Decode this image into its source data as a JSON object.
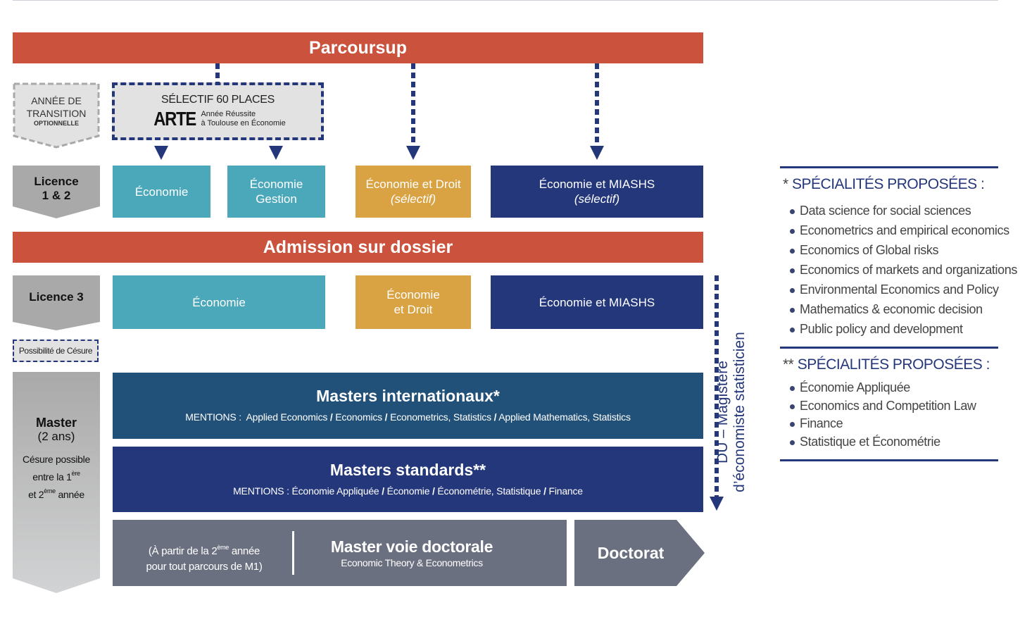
{
  "colors": {
    "red": "#cb523d",
    "teal": "#4ba7ba",
    "gold": "#d9a343",
    "navy": "#24377a",
    "steel": "#215178",
    "slate": "#6b7080",
    "gray": "#a9a9a9"
  },
  "banners": {
    "parcoursup": "Parcoursup",
    "admission": "Admission sur dossier"
  },
  "transition": {
    "line1": "ANNÉE DE",
    "line2": "TRANSITION",
    "line3": "OPTIONNELLE"
  },
  "arte": {
    "heading": "SÉLECTIF 60 PLACES",
    "acronym": "ARTE",
    "expansion_line1": "Année Réussite",
    "expansion_line2": "à Toulouse en Économie"
  },
  "levels": {
    "licence12": {
      "line1": "Licence",
      "line2": "1 & 2"
    },
    "licence3": "Licence 3",
    "cesure": "Possibilité de Césure",
    "master": {
      "title": "Master",
      "duration": "(2 ans)",
      "note_line1": "Césure possible",
      "note_line2_pre": "entre la 1",
      "note_line2_sup": "ère",
      "note_line3_pre": "et 2",
      "note_line3_sup": "ème",
      "note_line3_post": " année"
    }
  },
  "licence12_programs": [
    {
      "line1": "Économie",
      "line2": ""
    },
    {
      "line1": "Économie",
      "line2": "Gestion"
    },
    {
      "line1": "Économie et Droit",
      "line2": "(sélectif)"
    },
    {
      "line1": "Économie et MIASHS",
      "line2": "(sélectif)"
    }
  ],
  "licence3_programs": [
    {
      "line1": "Économie",
      "line2": ""
    },
    {
      "line1": "Économie",
      "line2": "et Droit"
    },
    {
      "line1": "Économie et MIASHS",
      "line2": ""
    }
  ],
  "masters": {
    "international": {
      "title": "Masters internationaux*",
      "mentions_label": "MENTIONS :",
      "mentions": [
        "Applied Economics",
        "Economics",
        "Econometrics, Statistics",
        "Applied Mathematics, Statistics"
      ]
    },
    "standard": {
      "title": "Masters standards**",
      "mentions_label": "MENTIONS :",
      "mentions": [
        "Économie Appliquée",
        "Économie",
        "Économétrie, Statistique",
        "Finance"
      ]
    },
    "doctoral": {
      "note_line1_pre": "(À partir de la 2",
      "note_line1_sup": "ème",
      "note_line1_post": " année",
      "note_line2": "pour tout parcours de M1)",
      "title": "Master voie doctorale",
      "subtitle": "Economic Theory & Econometrics"
    },
    "doctorat": "Doctorat"
  },
  "du_magistere": {
    "line1": "DU – Magistère",
    "line2": "d’économiste statisticien"
  },
  "specialites": [
    {
      "stars": "*",
      "title": "SPÉCIALITÉS PROPOSÉES :",
      "items": [
        "Data science for social sciences",
        "Econometrics and empirical economics",
        "Economics of Global risks",
        "Economics of markets and organizations",
        "Environmental Economics and Policy",
        "Mathematics & economic decision",
        "Public policy and development"
      ]
    },
    {
      "stars": "**",
      "title": "SPÉCIALITÉS PROPOSÉES :",
      "items": [
        "Économie Appliquée",
        "Economics and Competition Law",
        "Finance",
        "Statistique et Économétrie"
      ]
    }
  ]
}
